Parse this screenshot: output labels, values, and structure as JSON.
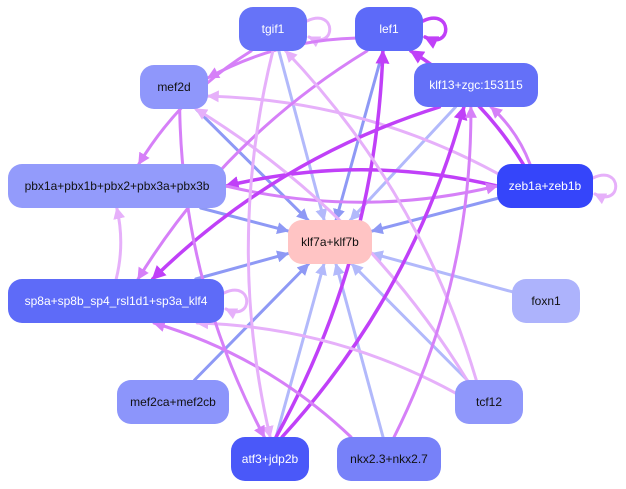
{
  "diagram": {
    "type": "gene-regulatory-network",
    "target_node": "klf7a+klf7b",
    "nodes": [
      {
        "id": "tgif1",
        "label": "tgif1",
        "fill": "#6673f8",
        "text": "#ffffff"
      },
      {
        "id": "lef1",
        "label": "lef1",
        "fill": "#5d6af9",
        "text": "#ffffff"
      },
      {
        "id": "mef2d",
        "label": "mef2d",
        "fill": "#8f97fb",
        "text": "#111111"
      },
      {
        "id": "klf13",
        "label": "klf13+zgc:153115",
        "fill": "#6470f8",
        "text": "#ffffff"
      },
      {
        "id": "pbx",
        "label": "pbx1a+pbx1b+pbx2+pbx3a+pbx3b",
        "fill": "#939bfb",
        "text": "#111111"
      },
      {
        "id": "zeb1",
        "label": "zeb1a+zeb1b",
        "fill": "#3545fa",
        "text": "#ffffff"
      },
      {
        "id": "klf7",
        "label": "klf7a+klf7b",
        "fill": "#ffc4c4",
        "text": "#111111"
      },
      {
        "id": "sp8",
        "label": "sp8a+sp8b_sp4_rsl1d1+sp3a_klf4",
        "fill": "#5e6bf8",
        "text": "#ffffff"
      },
      {
        "id": "foxn1",
        "label": "foxn1",
        "fill": "#adb3fc",
        "text": "#111111"
      },
      {
        "id": "mef2c",
        "label": "mef2ca+mef2cb",
        "fill": "#8c95fb",
        "text": "#111111"
      },
      {
        "id": "tcf12",
        "label": "tcf12",
        "fill": "#8f97fb",
        "text": "#111111"
      },
      {
        "id": "atf3",
        "label": "atf3+jdp2b",
        "fill": "#4a58f9",
        "text": "#ffffff"
      },
      {
        "id": "nkx2",
        "label": "nkx2.3+nkx2.7",
        "fill": "#7781f9",
        "text": "#111111"
      }
    ],
    "edge_colors": {
      "blue_strong": "#8e99f5",
      "blue_light": "#b2b9fb",
      "purple_strong": "#c040f8",
      "purple_mid": "#d680f8",
      "purple_light": "#e6b0fa"
    },
    "edges": [
      {
        "from": "tgif1",
        "to": "tgif1",
        "color": "purple_light"
      },
      {
        "from": "lef1",
        "to": "lef1",
        "color": "purple_strong"
      },
      {
        "from": "zeb1",
        "to": "zeb1",
        "color": "purple_light"
      },
      {
        "from": "sp8",
        "to": "sp8",
        "color": "purple_light"
      },
      {
        "from": "tgif1",
        "to": "klf7",
        "color": "blue_light"
      },
      {
        "from": "lef1",
        "to": "klf7",
        "color": "blue_strong"
      },
      {
        "from": "mef2d",
        "to": "klf7",
        "color": "blue_strong"
      },
      {
        "from": "klf13",
        "to": "klf7",
        "color": "blue_light"
      },
      {
        "from": "pbx",
        "to": "klf7",
        "color": "blue_strong"
      },
      {
        "from": "zeb1",
        "to": "klf7",
        "color": "blue_strong"
      },
      {
        "from": "sp8",
        "to": "klf7",
        "color": "blue_strong"
      },
      {
        "from": "foxn1",
        "to": "klf7",
        "color": "blue_light"
      },
      {
        "from": "mef2c",
        "to": "klf7",
        "color": "blue_strong"
      },
      {
        "from": "tcf12",
        "to": "klf7",
        "color": "blue_light"
      },
      {
        "from": "atf3",
        "to": "klf7",
        "color": "blue_light"
      },
      {
        "from": "nkx2",
        "to": "klf7",
        "color": "blue_light"
      },
      {
        "from": "zeb1",
        "to": "pbx",
        "color": "purple_strong"
      },
      {
        "from": "pbx",
        "to": "zeb1",
        "color": "purple_mid"
      },
      {
        "from": "zeb1",
        "to": "lef1",
        "color": "purple_strong"
      },
      {
        "from": "zeb1",
        "to": "klf13",
        "color": "purple_mid"
      },
      {
        "from": "lef1",
        "to": "mef2d",
        "color": "purple_mid"
      },
      {
        "from": "tgif1",
        "to": "pbx",
        "color": "purple_mid"
      },
      {
        "from": "zeb1",
        "to": "mef2d",
        "color": "purple_light"
      },
      {
        "from": "tcf12",
        "to": "mef2d",
        "color": "purple_light"
      },
      {
        "from": "lef1",
        "to": "sp8",
        "color": "purple_mid"
      },
      {
        "from": "klf13",
        "to": "sp8",
        "color": "purple_strong"
      },
      {
        "from": "sp8",
        "to": "pbx",
        "color": "purple_light"
      },
      {
        "from": "atf3",
        "to": "lef1",
        "color": "purple_strong"
      },
      {
        "from": "atf3",
        "to": "klf13",
        "color": "purple_strong"
      },
      {
        "from": "tcf12",
        "to": "sp8",
        "color": "purple_light"
      },
      {
        "from": "nkx2",
        "to": "sp8",
        "color": "purple_mid"
      },
      {
        "from": "tgif1",
        "to": "atf3",
        "color": "purple_light"
      },
      {
        "from": "mef2d",
        "to": "atf3",
        "color": "purple_mid"
      },
      {
        "from": "tcf12",
        "to": "tgif1",
        "color": "purple_light"
      },
      {
        "from": "nkx2",
        "to": "klf13",
        "color": "purple_mid"
      }
    ]
  }
}
